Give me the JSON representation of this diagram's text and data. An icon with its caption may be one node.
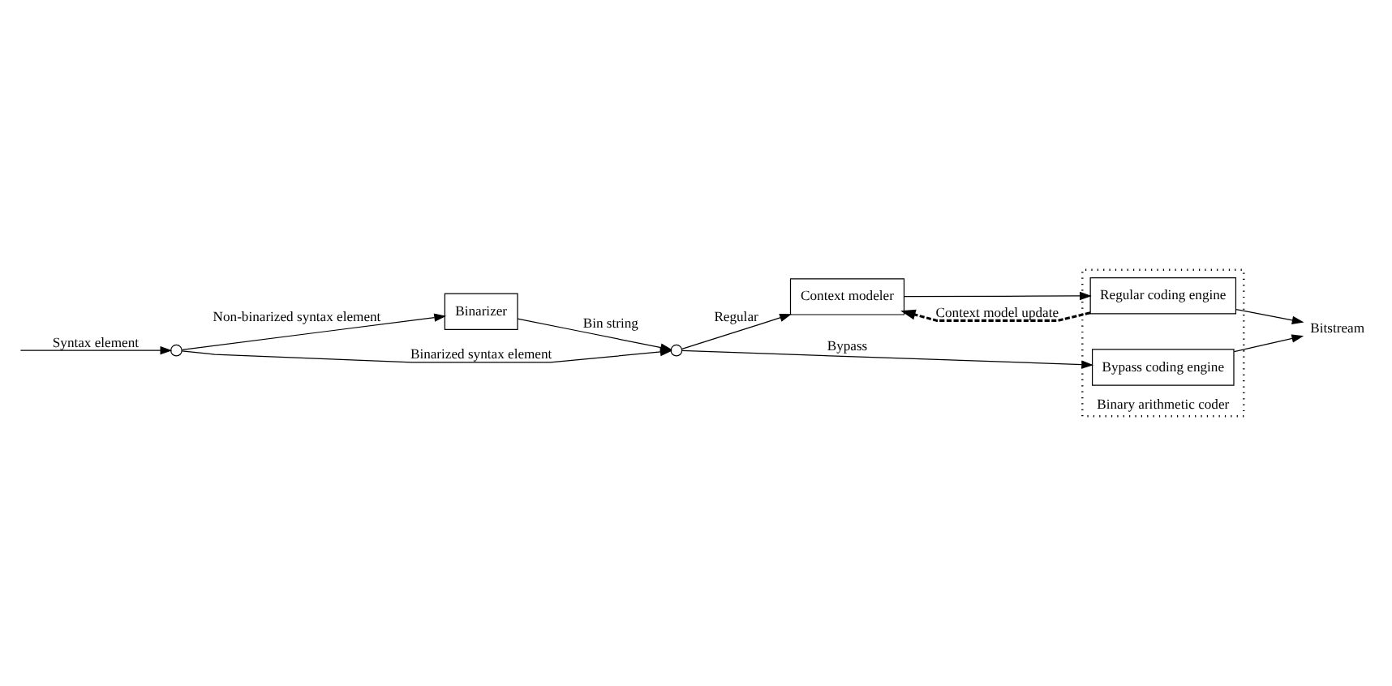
{
  "diagram": {
    "nodes": [
      {
        "text": [],
        "shape": "switch"
      },
      {
        "text": [
          "Binarizer"
        ]
      },
      {
        "text": [],
        "shape": "switch"
      },
      {
        "text": [
          "Context modeler"
        ]
      },
      {
        "text": [
          "Binary arithmetic coder"
        ]
      },
      {
        "text": [
          "Regular coding engine"
        ],
        "in": 4
      },
      {
        "text": [
          "Bypass coding engine"
        ],
        "in": 4
      },
      {
        "text": [
          "Bitstream"
        ]
      }
    ],
    "edges": [
      {
        "from": null,
        "to": 0,
        "arrow": "to",
        "label": "Syntax element"
      },
      {
        "from": 0,
        "to": 1,
        "arrow": "to",
        "label": "Non-binarized syntax element"
      },
      {
        "from": 0,
        "to": 2,
        "arrow": "to",
        "label": "Binarized syntax element"
      },
      {
        "from": 1,
        "to": 2,
        "arrow": "to",
        "label": "Bin string"
      },
      {
        "from": 2,
        "to": 3,
        "arrow": "to",
        "label": "Regular"
      },
      {
        "from": 2,
        "to": 6,
        "arrow": "to",
        "label": "Bypass"
      },
      {
        "from": 3,
        "to": 5,
        "arrow": "to"
      },
      {
        "from": 5,
        "to": 3,
        "arrow": "to",
        "label": "Context model update",
        "style": "dashed"
      },
      {
        "from": 5,
        "to": 7,
        "arrow": "to"
      },
      {
        "from": 6,
        "to": 7,
        "arrow": "to"
      }
    ]
  }
}
